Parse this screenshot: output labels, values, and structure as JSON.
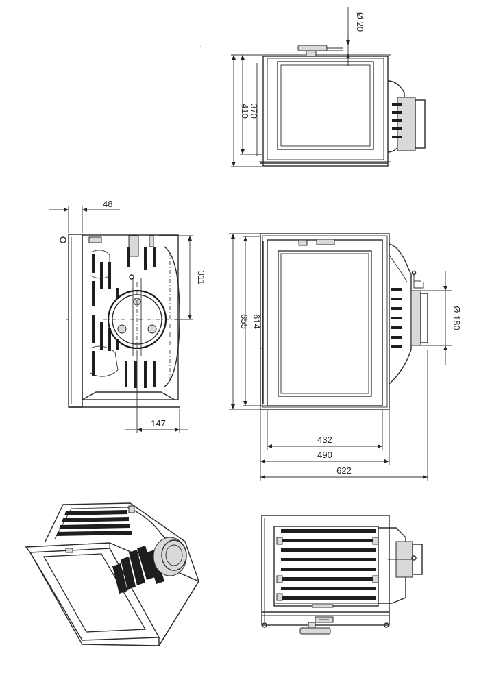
{
  "drawing": {
    "top_view": {
      "dimensions": {
        "pipe_diameter": "Ø 20",
        "outer_depth": "410",
        "inner_depth": "370"
      }
    },
    "side_view": {
      "dimensions": {
        "front_offset": "48",
        "flue_height": "311",
        "flue_offset": "147"
      }
    },
    "front_view": {
      "dimensions": {
        "outer_height": "655",
        "glass_height": "614",
        "flue_diameter": "Ø 180",
        "glass_width": "432",
        "door_width": "490",
        "overall_width": "622"
      }
    },
    "isometric_view": {},
    "back_view": {}
  }
}
